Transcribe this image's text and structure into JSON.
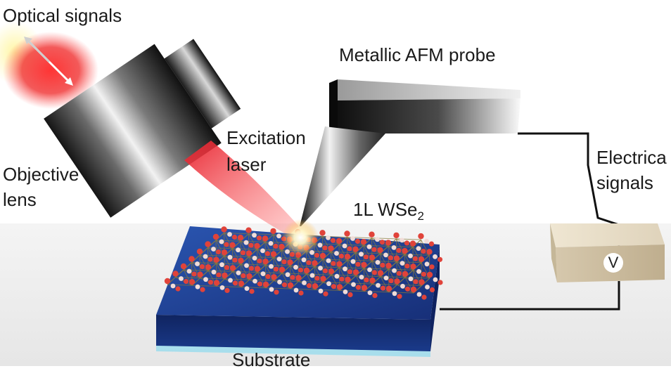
{
  "labels": {
    "optical_signals": "Optical signals",
    "metallic_afm_probe": "Metallic AFM probe",
    "excitation": "Excitation",
    "laser": "laser",
    "objective": "Objective",
    "lens": "lens",
    "electrical": "Electrica",
    "signals": "signals",
    "material": "1L WSe",
    "material_subscript": "2",
    "substrate": "Substrate",
    "voltmeter": "V"
  },
  "colors": {
    "laser": "#e8202c",
    "substrate_top": "#1f3f8f",
    "substrate_side": "#13296b",
    "substrate_glow": "#7fd8f0",
    "atom_se": "#e0433a",
    "atom_w": "#f1dcd8",
    "bond": "#8a7a3a",
    "voltmeter_box": "#d8ccb4",
    "wire": "#111111"
  }
}
